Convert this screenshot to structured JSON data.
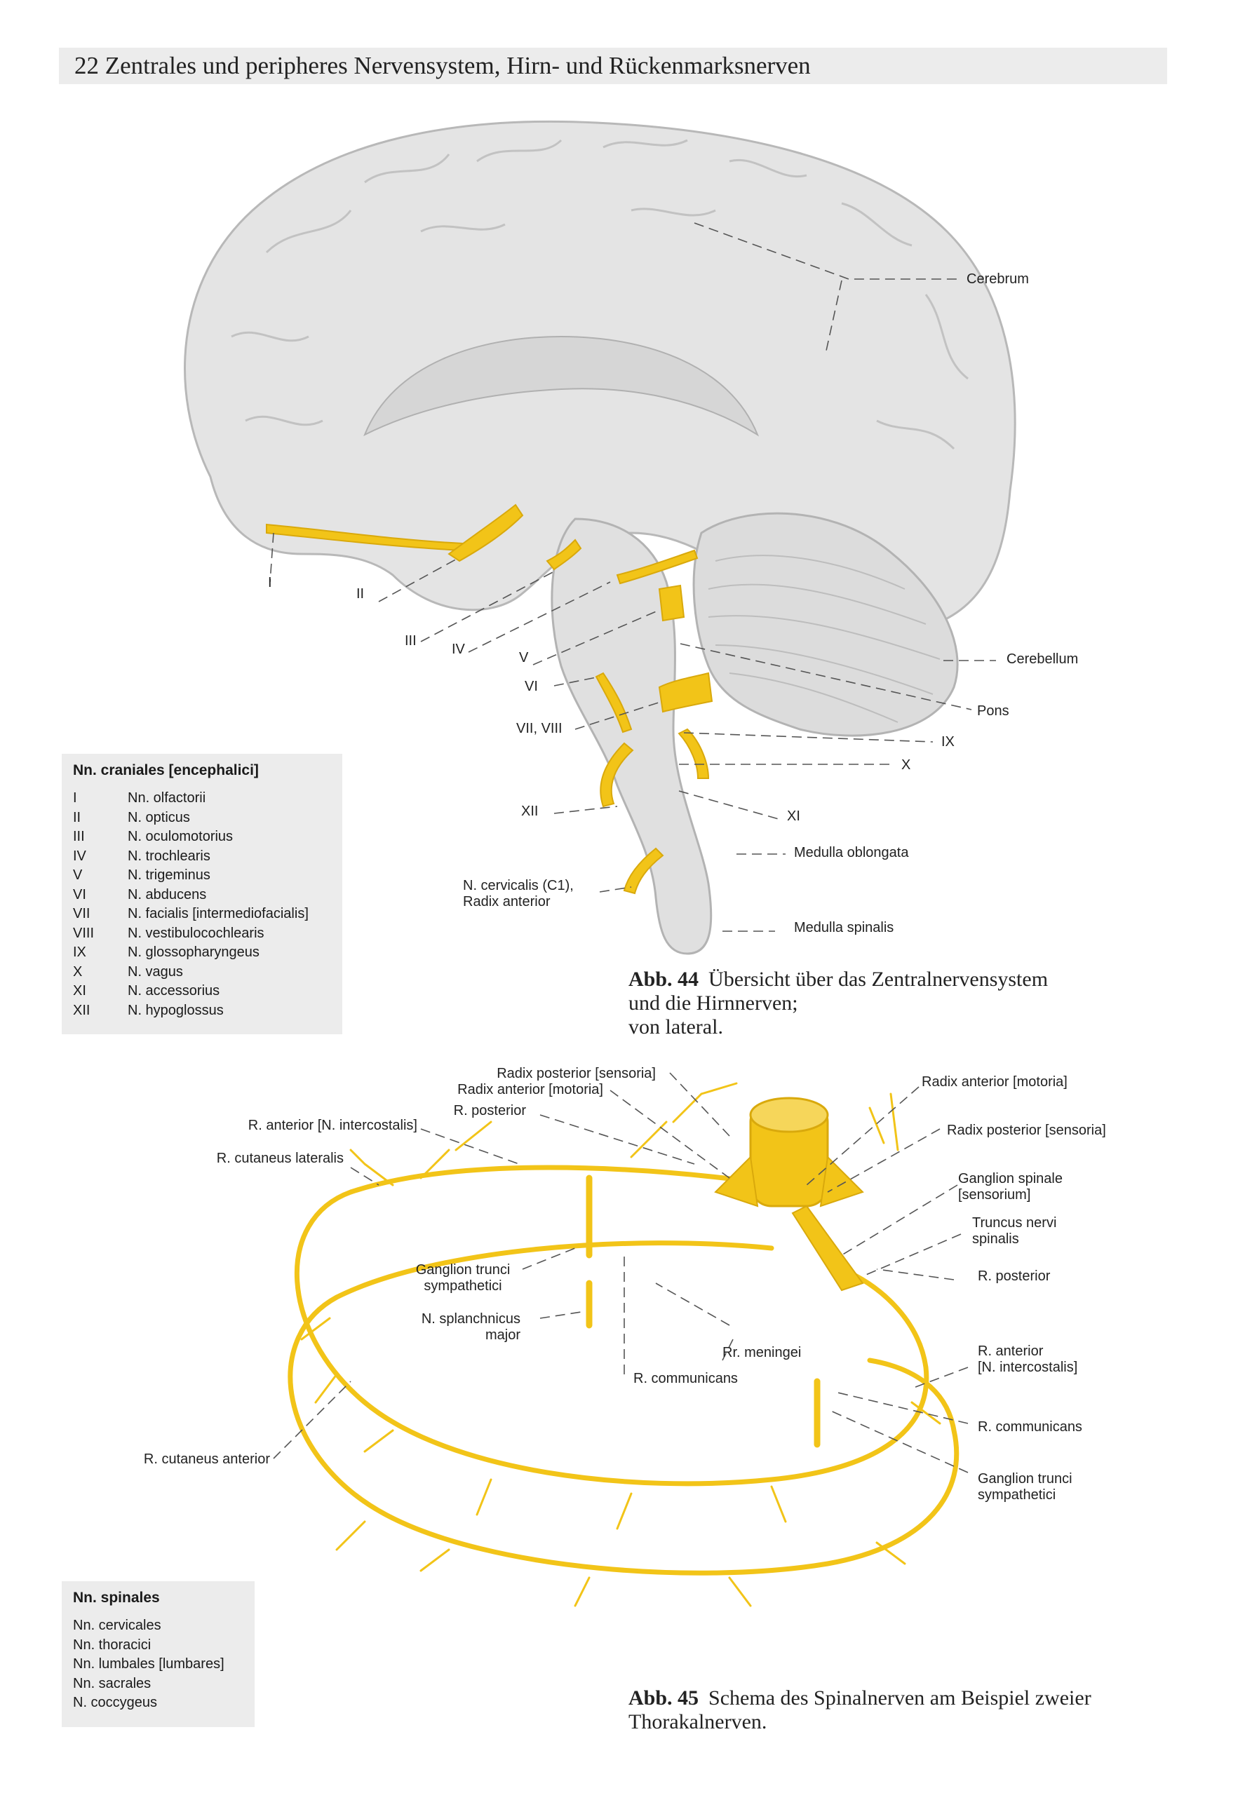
{
  "header": {
    "title": "22 Zentrales und peripheres Nervensystem, Hirn- und Rückenmarksnerven"
  },
  "figure44": {
    "labels": {
      "cerebrum": "Cerebrum",
      "cerebellum": "Cerebellum",
      "pons": "Pons",
      "ix": "IX",
      "x": "X",
      "xi": "XI",
      "medulla_oblongata": "Medulla oblongata",
      "medulla_spinalis": "Medulla spinalis",
      "i": "I",
      "ii": "II",
      "iii": "III",
      "iv": "IV",
      "v": "V",
      "vi": "VI",
      "vii_viii": "VII, VIII",
      "xii": "XII",
      "c1_line1": "N. cervicalis (C1),",
      "c1_line2": "Radix anterior"
    },
    "caption": {
      "number": "Abb. 44",
      "line1": "Übersicht über das Zentralnervensystem",
      "line2": "und die Hirnnerven;",
      "line3": "von lateral."
    }
  },
  "cranial_table": {
    "title": "Nn. craniales [encephalici]",
    "rows": [
      {
        "num": "I",
        "name": "Nn. olfactorii"
      },
      {
        "num": "II",
        "name": "N. opticus"
      },
      {
        "num": "III",
        "name": "N. oculomotorius"
      },
      {
        "num": "IV",
        "name": "N. trochlearis"
      },
      {
        "num": "V",
        "name": "N. trigeminus"
      },
      {
        "num": "VI",
        "name": "N. abducens"
      },
      {
        "num": "VII",
        "name": "N. facialis [intermediofacialis]"
      },
      {
        "num": "VIII",
        "name": "N. vestibulocochlearis"
      },
      {
        "num": "IX",
        "name": "N. glossopharyngeus"
      },
      {
        "num": "X",
        "name": "N. vagus"
      },
      {
        "num": "XI",
        "name": "N. accessorius"
      },
      {
        "num": "XII",
        "name": "N. hypoglossus"
      }
    ]
  },
  "figure45": {
    "labels": {
      "radix_posterior_top": "Radix posterior [sensoria]",
      "radix_anterior_top": "Radix anterior [motoria]",
      "r_posterior_top": "R. posterior",
      "r_anterior_intercostalis_left": "R. anterior [N. intercostalis]",
      "r_cutaneus_lateralis": "R. cutaneus lateralis",
      "radix_anterior_right": "Radix anterior [motoria]",
      "radix_posterior_right": "Radix posterior [sensoria]",
      "ganglion_spinale_1": "Ganglion spinale",
      "ganglion_spinale_2": "[sensorium]",
      "truncus_1": "Truncus nervi",
      "truncus_2": "spinalis",
      "r_posterior_right": "R. posterior",
      "ganglion_trunci_left_1": "Ganglion trunci",
      "ganglion_trunci_left_2": "sympathetici",
      "splanchnicus_1": "N. splanchnicus",
      "splanchnicus_2": "major",
      "rr_meningei": "Rr. meningei",
      "r_communicans_mid": "R. communicans",
      "r_anterior_right_1": "R. anterior",
      "r_anterior_right_2": "[N. intercostalis]",
      "r_communicans_right": "R. communicans",
      "ganglion_trunci_right_1": "Ganglion trunci",
      "ganglion_trunci_right_2": "sympathetici",
      "r_cutaneus_anterior": "R. cutaneus anterior"
    },
    "caption": {
      "number": "Abb. 45",
      "line1": "Schema des Spinalnerven am Beispiel zweier",
      "line2": "Thorakalnerven."
    }
  },
  "spinal_table": {
    "title": "Nn. spinales",
    "items": [
      "Nn. cervicales",
      "Nn. thoracici",
      "Nn. lumbales [lumbares]",
      "Nn. sacrales",
      "N. coccygeus"
    ]
  },
  "colors": {
    "nerve": "#f2c418",
    "nerve_dark": "#d9a90c",
    "brain": "#e4e4e4",
    "brain_shadow": "#c9c9c9",
    "panel": "#ececec"
  }
}
